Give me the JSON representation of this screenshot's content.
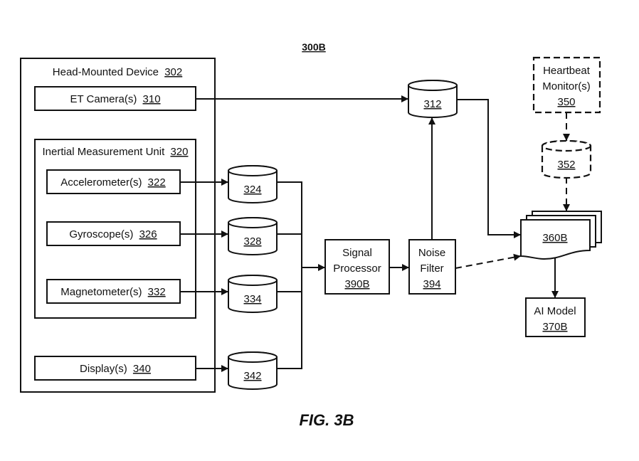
{
  "figure": {
    "number_label": "300B",
    "caption": "FIG. 3B"
  },
  "head_mounted_device": {
    "name": "Head-Mounted Device",
    "ref": "302",
    "et_camera": {
      "name": "ET Camera(s)",
      "ref": "310"
    },
    "imu": {
      "name": "Inertial Measurement Unit",
      "ref": "320",
      "accelerometer": {
        "name": "Accelerometer(s)",
        "ref": "322"
      },
      "gyroscope": {
        "name": "Gyroscope(s)",
        "ref": "326"
      },
      "magnetometer": {
        "name": "Magnetometer(s)",
        "ref": "332"
      }
    },
    "display": {
      "name": "Display(s)",
      "ref": "340"
    }
  },
  "storages": {
    "s312": "312",
    "s324": "324",
    "s328": "328",
    "s334": "334",
    "s342": "342",
    "s352": "352"
  },
  "signal_processor": {
    "line1": "Signal",
    "line2": "Processor",
    "ref": "390B"
  },
  "noise_filter": {
    "line1": "Noise",
    "line2": "Filter",
    "ref": "394"
  },
  "heartbeat_monitor": {
    "line1": "Heartbeat",
    "line2": "Monitor(s)",
    "ref": "350"
  },
  "dataset": {
    "ref": "360B"
  },
  "ai_model": {
    "name": "AI Model",
    "ref": "370B"
  }
}
